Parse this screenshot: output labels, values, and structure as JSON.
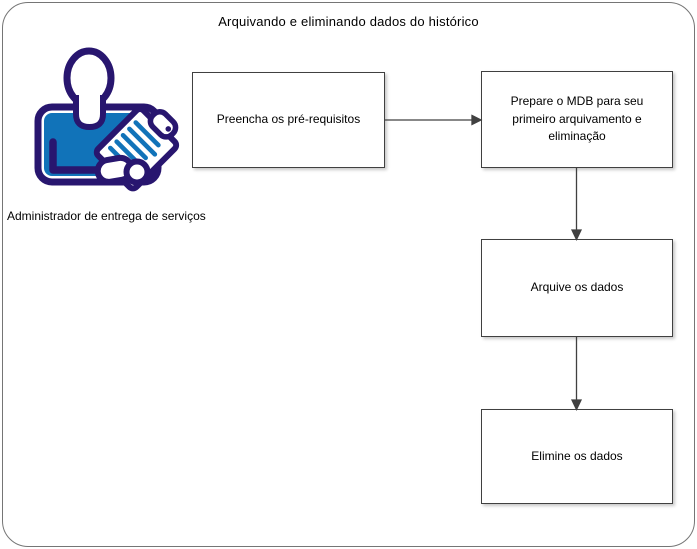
{
  "page": {
    "title": "Arquivando e eliminando dados do histórico",
    "background_color": "#ffffff",
    "border_color": "#757575"
  },
  "actor": {
    "label": "Administrador de entrega de serviços",
    "icon": "person-with-clipboard-icon",
    "icon_colors": {
      "outline": "#28166F",
      "fill": "#1173B9"
    }
  },
  "flow": {
    "box_border_color": "#404040",
    "connector_color": "#404040",
    "steps": [
      {
        "id": "step-1",
        "label": "Preencha os pré-requisitos"
      },
      {
        "id": "step-2",
        "label": "Prepare o MDB para seu primeiro arquivamento e eliminação"
      },
      {
        "id": "step-3",
        "label": "Arquive os dados"
      },
      {
        "id": "step-4",
        "label": "Elimine os dados"
      }
    ],
    "connectors": [
      {
        "from": "step-1",
        "to": "step-2",
        "direction": "right"
      },
      {
        "from": "step-2",
        "to": "step-3",
        "direction": "down"
      },
      {
        "from": "step-3",
        "to": "step-4",
        "direction": "down"
      }
    ]
  }
}
